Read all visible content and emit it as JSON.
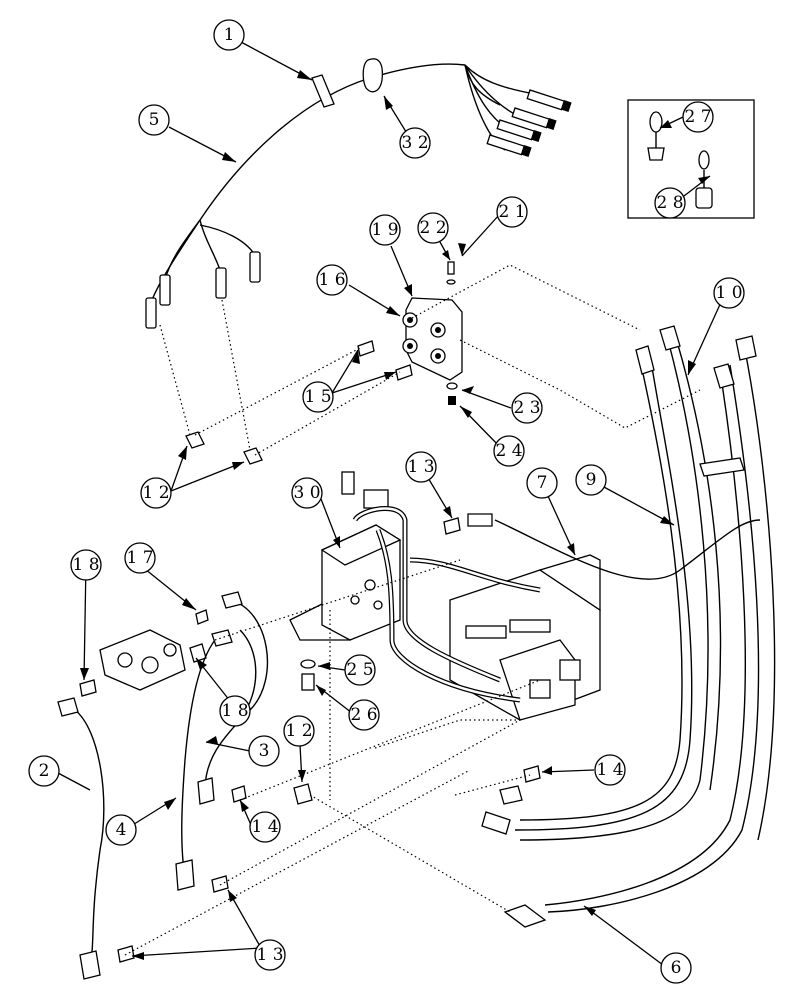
{
  "callouts": [
    {
      "id": "c1",
      "label": "1"
    },
    {
      "id": "c32",
      "label": "3 2"
    },
    {
      "id": "c5",
      "label": "5"
    },
    {
      "id": "c27",
      "label": "2 7"
    },
    {
      "id": "c28",
      "label": "2 8"
    },
    {
      "id": "c19",
      "label": "1 9"
    },
    {
      "id": "c22",
      "label": "2 2"
    },
    {
      "id": "c21",
      "label": "2 1"
    },
    {
      "id": "c16",
      "label": "1 6"
    },
    {
      "id": "c10",
      "label": "1 0"
    },
    {
      "id": "c15",
      "label": "1 5"
    },
    {
      "id": "c23",
      "label": "2 3"
    },
    {
      "id": "c24",
      "label": "2 4"
    },
    {
      "id": "c12a",
      "label": "1 2"
    },
    {
      "id": "c30",
      "label": "3 0"
    },
    {
      "id": "c13a",
      "label": "1 3"
    },
    {
      "id": "c7",
      "label": "7"
    },
    {
      "id": "c9",
      "label": "9"
    },
    {
      "id": "c18a",
      "label": "1 8"
    },
    {
      "id": "c17",
      "label": "1 7"
    },
    {
      "id": "c25",
      "label": "2 5"
    },
    {
      "id": "c26",
      "label": "2 6"
    },
    {
      "id": "c18b",
      "label": "1 8"
    },
    {
      "id": "c3",
      "label": "3"
    },
    {
      "id": "c12b",
      "label": "1 2"
    },
    {
      "id": "c2",
      "label": "2"
    },
    {
      "id": "c14a",
      "label": "1 4"
    },
    {
      "id": "c14b",
      "label": "1 4"
    },
    {
      "id": "c4",
      "label": "4"
    },
    {
      "id": "c13b",
      "label": "1 3"
    },
    {
      "id": "c6",
      "label": "6"
    }
  ]
}
